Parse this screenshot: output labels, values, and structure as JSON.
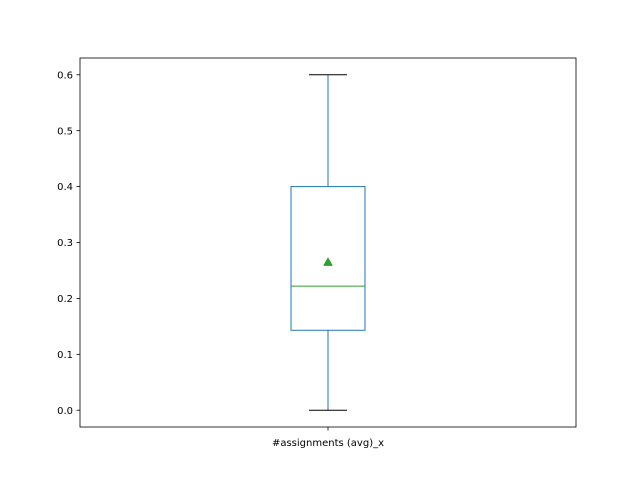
{
  "chart_data": {
    "type": "box",
    "categories": [
      "#assignments (avg)_x"
    ],
    "series": [
      {
        "whisker_low": 0.0,
        "q1": 0.143,
        "median": 0.222,
        "q3": 0.4,
        "whisker_high": 0.6,
        "mean": 0.265
      }
    ],
    "ylim": [
      -0.03,
      0.63
    ],
    "yticks": [
      0.0,
      0.1,
      0.2,
      0.3,
      0.4,
      0.5,
      0.6
    ],
    "ytick_labels": [
      "0.0",
      "0.1",
      "0.2",
      "0.3",
      "0.4",
      "0.5",
      "0.6"
    ],
    "grid": false,
    "colors": {
      "box": "#1f77b4",
      "median": "#2ca02c",
      "mean_marker": "#2ca02c",
      "caps": "#000000",
      "axes": "#000000"
    }
  }
}
